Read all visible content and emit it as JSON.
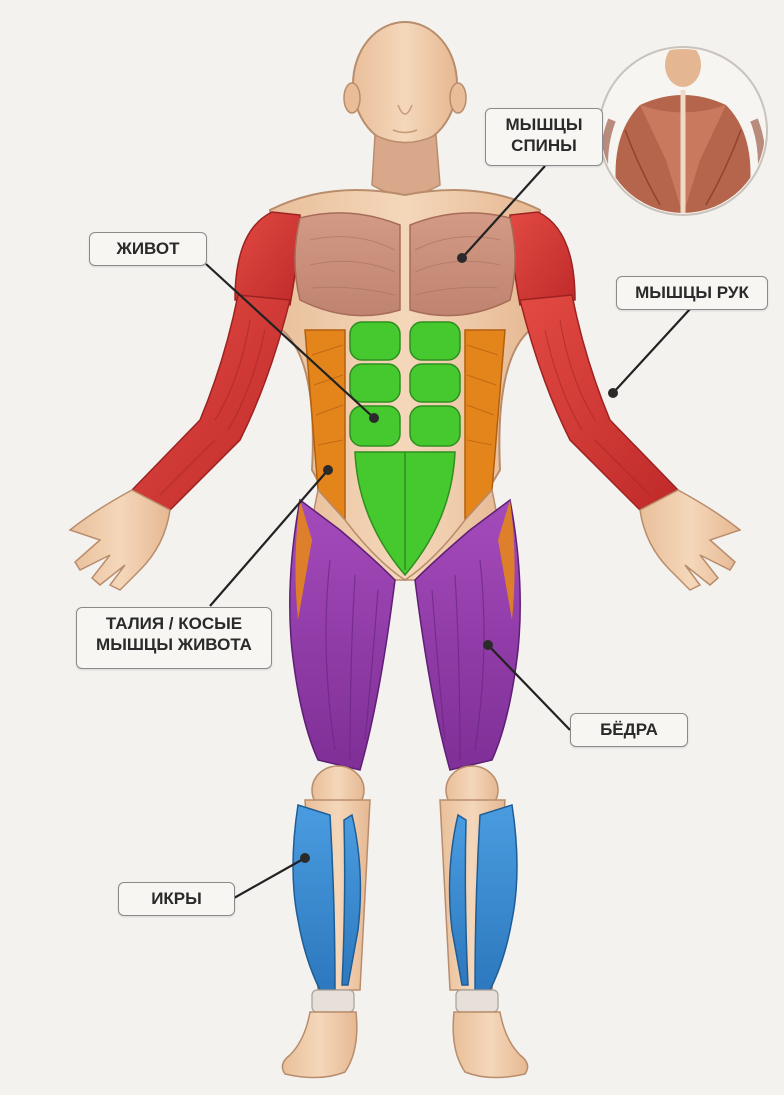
{
  "labels": {
    "back": {
      "line1": "МЫШЦЫ",
      "line2": "СПИНЫ"
    },
    "belly": {
      "text": "ЖИВОТ"
    },
    "arms": {
      "text": "МЫШЦЫ РУК"
    },
    "waist": {
      "line1": "ТАЛИЯ / КОСЫЕ",
      "line2": "МЫШЦЫ ЖИВОТА"
    },
    "thighs": {
      "text": "БЁДРА"
    },
    "calves": {
      "text": "ИКРЫ"
    }
  },
  "colors": {
    "background": "#f3f2ef",
    "skin": "#f1d2b3",
    "skin_shadow": "#d9a882",
    "chest_back": "#c98c78",
    "arms": "#d93a36",
    "abs": "#45c92e",
    "obliques": "#e4851c",
    "thighs": "#9a3fb2",
    "calves": "#3b8fd3",
    "leader_line": "#222222",
    "leader_dot": "#2a2a2a"
  }
}
